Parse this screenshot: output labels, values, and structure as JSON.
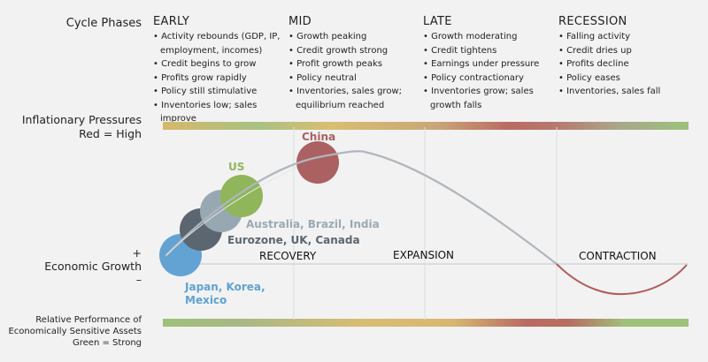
{
  "header": {
    "label": "Cycle Phases"
  },
  "phases": [
    {
      "name": "EARLY",
      "bullets": [
        "Activity rebounds (GDP, IP, employment, incomes)",
        "Credit begins to grow",
        "Profits grow rapidly",
        "Policy still stimulative",
        "Inventories low; sales improve"
      ]
    },
    {
      "name": "MID",
      "bullets": [
        "Growth peaking",
        "Credit growth strong",
        "Profit growth peaks",
        "Policy neutral",
        "Inventories, sales grow; equilibrium reached"
      ]
    },
    {
      "name": "LATE",
      "bullets": [
        "Growth moderating",
        "Credit tightens",
        "Earnings under pressure",
        "Policy contractionary",
        "Inventories grow; sales growth falls"
      ]
    },
    {
      "name": "RECESSION",
      "bullets": [
        "Falling activity",
        "Credit dries up",
        "Profits decline",
        "Policy eases",
        "Inventories, sales fall"
      ]
    }
  ],
  "inflation": {
    "line1": "Inflationary Pressures",
    "line2": "Red = High"
  },
  "growth": {
    "plus": "+",
    "label": "Economic Growth",
    "minus": "–"
  },
  "performance": {
    "line1": "Relative Performance of",
    "line2": "Economically Sensitive Assets",
    "line3": "Green = Strong"
  },
  "zones": [
    "RECOVERY",
    "EXPANSION",
    "CONTRACTION"
  ],
  "countries": [
    {
      "label": "Japan, Korea, Mexico",
      "line1": "Japan, Korea,",
      "line2": "Mexico",
      "color": "#62a3d3"
    },
    {
      "label": "Eurozone, UK, Canada",
      "color": "#5b6670"
    },
    {
      "label": "Australia, Brazil, India",
      "color": "#98a8b2"
    },
    {
      "label": "US",
      "color": "#8fb65a"
    },
    {
      "label": "China",
      "color": "#ab6062"
    }
  ]
}
